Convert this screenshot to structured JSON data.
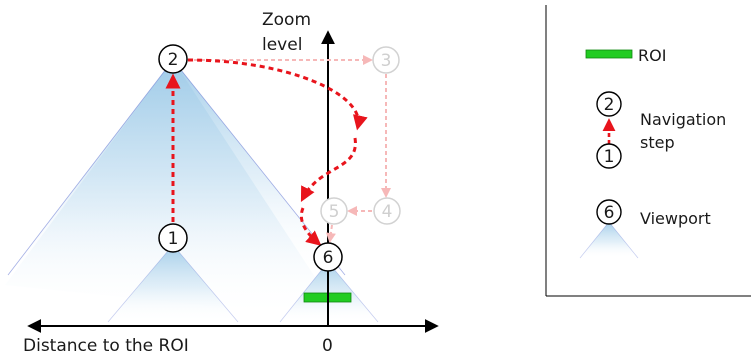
{
  "axes": {
    "y_label_line1": "Zoom",
    "y_label_line2": "level",
    "x_label": "Distance to the ROI",
    "x_zero": "0"
  },
  "nodes": {
    "n1": "1",
    "n2": "2",
    "n3": "3",
    "n4": "4",
    "n5": "5",
    "n6": "6"
  },
  "legend": {
    "roi_label": "ROI",
    "nav_from": "1",
    "nav_to": "2",
    "nav_label_line1": "Navigation",
    "nav_label_line2": "step",
    "viewport_num": "6",
    "viewport_label": "Viewport"
  },
  "colors": {
    "roi": "#22cc22",
    "nav_arrow": "#e8141c",
    "faded_arrow": "#f6b8b8",
    "viewport_top": "#9fcbe8",
    "viewport_edge": "#5a6ed0"
  }
}
